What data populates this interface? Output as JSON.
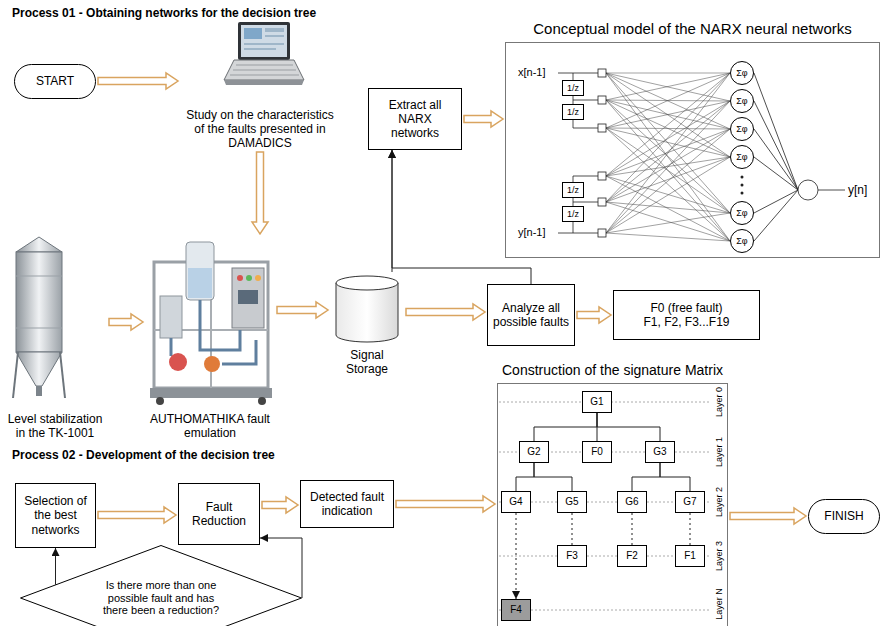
{
  "diagram": {
    "nodes": [
      {
        "text": [
          "START"
        ]
      },
      {
        "text": [
          "Study on the characteristics of the faults presented in DAMADICS"
        ]
      },
      {
        "text": [
          "Conceptual model of the NARX neural networks"
        ]
      },
      {
        "text": [
          "1/z"
        ],
        "in": 2
      },
      {
        "text": [
          "1/z"
        ],
        "in": 2
      },
      {
        "text": [
          "1/z"
        ],
        "in": 2
      },
      {
        "text": [
          "1/z"
        ],
        "in": 2
      },
      {
        "text": [
          "Σφ"
        ],
        "in": 2
      },
      {
        "text": [
          "Σφ"
        ],
        "in": 2
      },
      {
        "text": [
          "Σφ"
        ],
        "in": 2
      },
      {
        "text": [
          "Σφ"
        ],
        "in": 2
      },
      {
        "text": [
          "Σφ"
        ],
        "in": 2
      },
      {
        "text": [
          "Σφ"
        ],
        "in": 2
      },
      {
        "text": [
          "Extract all NARX networks"
        ]
      },
      {
        "text": [
          "Level stabilization in the TK-1001"
        ]
      },
      {
        "text": [
          "AUTHOMATHIKA fault emulation"
        ]
      },
      {
        "text": [
          "Signal Storage"
        ]
      },
      {
        "text": [
          "Analyze all possible faults"
        ]
      },
      {
        "text": [
          "F0 (free fault) F1, F2, F3...F19"
        ]
      },
      {
        "text": [
          "Construction of the signature Matrix"
        ]
      },
      {
        "text": [
          "G1"
        ],
        "in": 19
      },
      {
        "text": [
          "G2"
        ],
        "in": 19
      },
      {
        "text": [
          "F0"
        ],
        "in": 19
      },
      {
        "text": [
          "G3"
        ],
        "in": 19
      },
      {
        "text": [
          "G4"
        ],
        "in": 19
      },
      {
        "text": [
          "G5"
        ],
        "in": 19
      },
      {
        "text": [
          "G6"
        ],
        "in": 19
      },
      {
        "text": [
          "G7"
        ],
        "in": 19
      },
      {
        "text": [
          "F3"
        ],
        "in": 19
      },
      {
        "text": [
          "F2"
        ],
        "in": 19
      },
      {
        "text": [
          "F1"
        ],
        "in": 19
      },
      {
        "text": [
          "F4"
        ],
        "in": 19
      },
      {
        "text": [
          "FINISH"
        ]
      },
      {
        "text": [
          "Selection of the best networks"
        ]
      },
      {
        "text": [
          "Fault Reduction"
        ]
      },
      {
        "text": [
          "Is there more than one possible fault and has there been a reduction?"
        ]
      },
      {
        "text": [
          "Detected fault indication"
        ]
      }
    ],
    "edges": [
      {
        "from": 0,
        "to": 1,
        "arrow": "to"
      },
      {
        "from": 1,
        "to": 15,
        "arrow": "to"
      },
      {
        "from": 14,
        "to": 15,
        "arrow": "to"
      },
      {
        "from": 15,
        "to": 16,
        "arrow": "to"
      },
      {
        "from": 16,
        "to": 13,
        "arrow": "to"
      },
      {
        "from": 17,
        "to": 13,
        "arrow": "to"
      },
      {
        "from": 13,
        "to": 2,
        "arrow": "to"
      },
      {
        "from": 16,
        "to": 17,
        "arrow": "to"
      },
      {
        "from": 17,
        "to": 18,
        "arrow": "to"
      },
      {
        "from": 20,
        "to": 21,
        "arrow": "none"
      },
      {
        "from": 20,
        "to": 22,
        "arrow": "none"
      },
      {
        "from": 20,
        "to": 23,
        "arrow": "none"
      },
      {
        "from": 21,
        "to": 24,
        "arrow": "none"
      },
      {
        "from": 21,
        "to": 25,
        "arrow": "none"
      },
      {
        "from": 23,
        "to": 26,
        "arrow": "none"
      },
      {
        "from": 23,
        "to": 27,
        "arrow": "none"
      },
      {
        "from": 25,
        "to": 28,
        "arrow": "none"
      },
      {
        "from": 26,
        "to": 29,
        "arrow": "none"
      },
      {
        "from": 27,
        "to": 30,
        "arrow": "none"
      },
      {
        "from": 24,
        "to": 31,
        "arrow": "to"
      },
      {
        "from": 33,
        "to": 34,
        "arrow": "to"
      },
      {
        "from": 35,
        "to": 34,
        "arrow": "to"
      },
      {
        "from": 35,
        "to": 33,
        "arrow": "to"
      },
      {
        "from": 34,
        "to": 36,
        "arrow": "to"
      },
      {
        "from": 36,
        "to": 19,
        "arrow": "to"
      },
      {
        "from": 19,
        "to": 32,
        "arrow": "to"
      }
    ],
    "labels": [
      "Process 01 - Obtaining networks for the decision tree",
      "x[n-1]",
      "y[n-1]",
      "y[n]",
      "Process 02 - Development of the decision tree",
      "Layer 0",
      "Layer 1",
      "Layer 2",
      "Layer 3",
      "Layer N"
    ]
  }
}
